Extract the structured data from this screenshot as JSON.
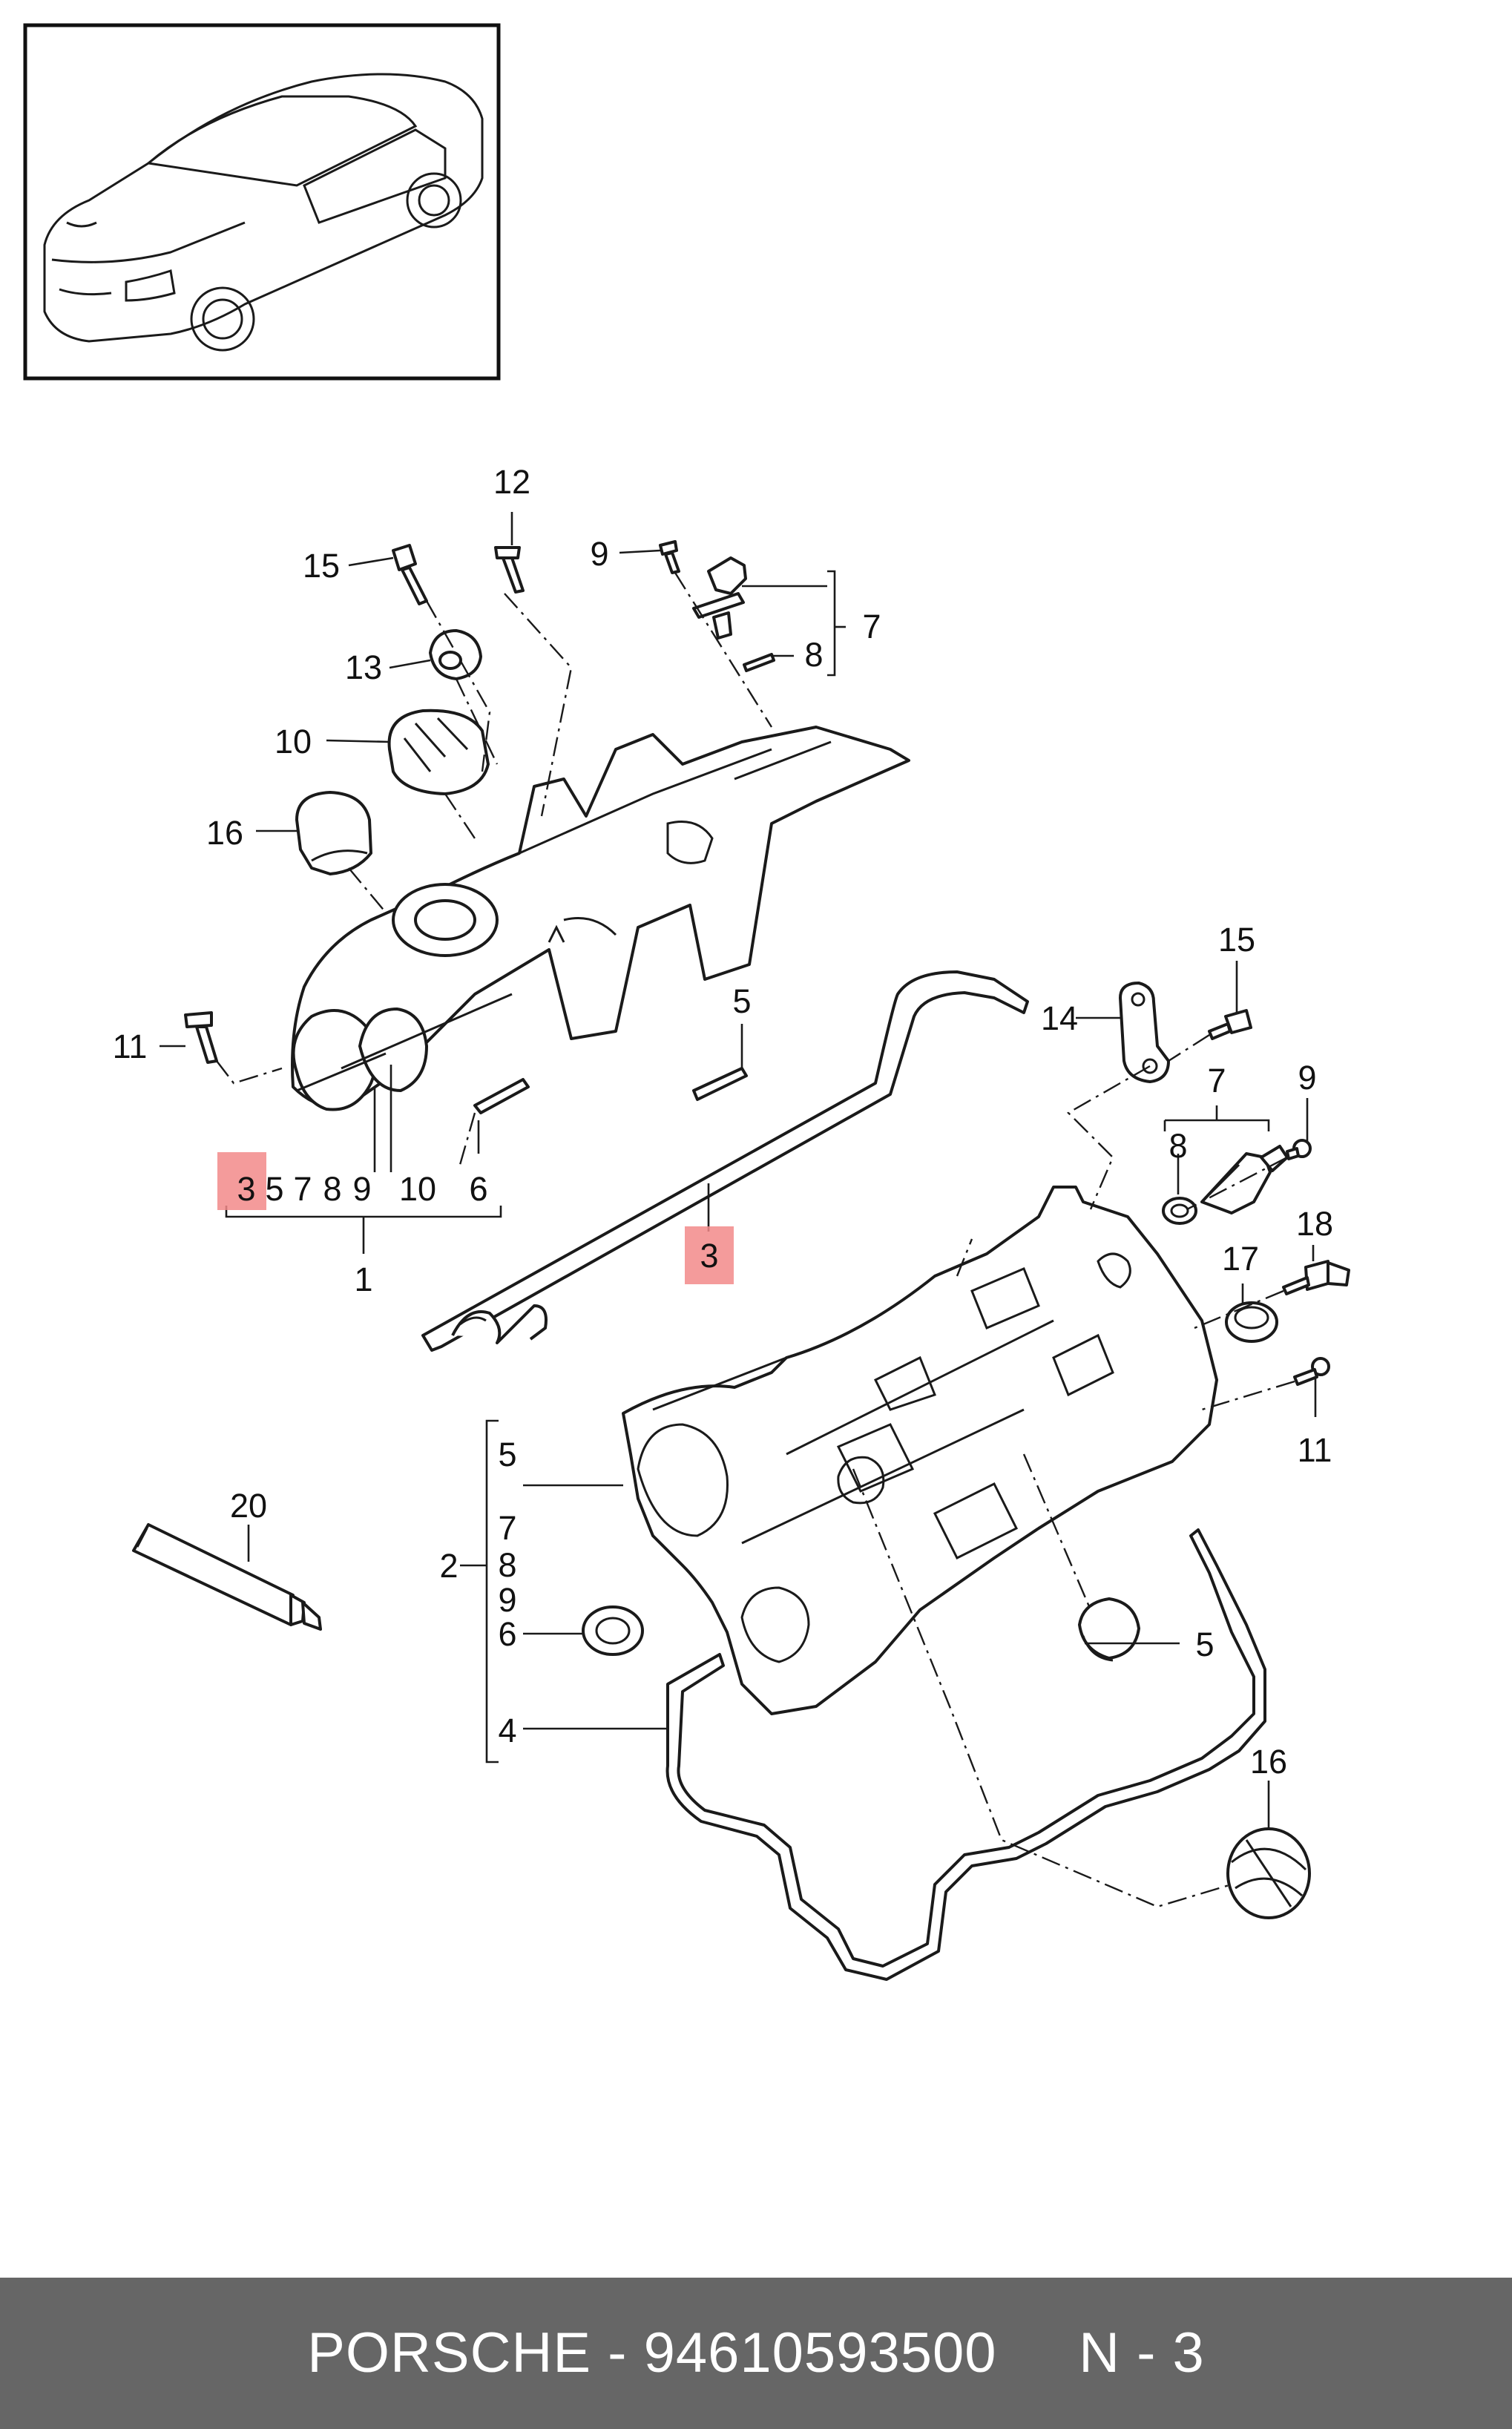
{
  "callouts": {
    "c12": "12",
    "c15a": "15",
    "c9a": "9",
    "c7a": "7",
    "c8a": "8",
    "c13": "13",
    "c10a": "10",
    "c16a": "16",
    "c11a": "11",
    "c5a": "5",
    "c6a": "6",
    "c3b": "3",
    "c14": "14",
    "c15b": "15",
    "c7b": "7",
    "c9b": "9",
    "c8b": "8",
    "c18": "18",
    "c17": "17",
    "c11b": "11",
    "c20": "20",
    "c2": "2",
    "g2_5": "5",
    "g2_7": "7",
    "g2_8": "8",
    "g2_9": "9",
    "g2_6": "6",
    "g2_4": "4",
    "c5c": "5",
    "c16b": "16",
    "c1": "1"
  },
  "group1": {
    "items": [
      "3",
      "5",
      "7",
      "8",
      "9",
      "10",
      "6"
    ]
  },
  "footer": {
    "text": "PORSCHE - 94610593500     N - 3"
  },
  "colors": {
    "highlight": "#f28a8a",
    "footer_bg": "#666666",
    "line": "#1a1a1a"
  }
}
